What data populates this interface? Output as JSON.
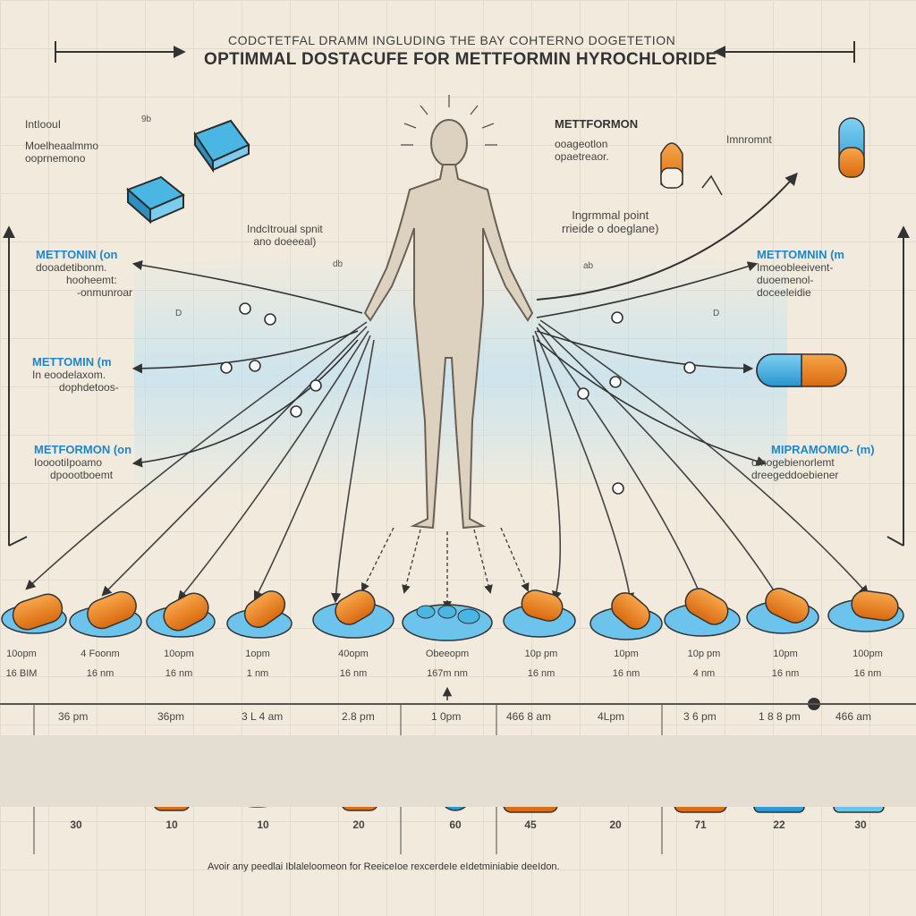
{
  "title": {
    "line1": "CODCTETFAL DRAMM INGLUDING THE BAY COHTERNO DOGETETION",
    "line2": "OPTIMMAL DOSTACUFE   FOR METTFORMIN HYROCHLORIDE"
  },
  "left_labels": [
    {
      "heading": "",
      "lines": [
        "IntIoouI",
        "Moelheaalmmo",
        "ooprnemono"
      ]
    },
    {
      "heading": "METTONIN (on",
      "lines": [
        "dooadetibonm.",
        "hooheemt:",
        "-onmunroar"
      ]
    },
    {
      "heading": "METTOMIN (m",
      "lines": [
        "In eoodelaxom.",
        "dophdetoos-"
      ]
    },
    {
      "heading": "METFORMON (on",
      "lines": [
        "IooootiIpoamo",
        "dpoootboemt"
      ]
    }
  ],
  "right_labels": [
    {
      "heading": "METTFORMON",
      "lines": [
        "ooageotlon",
        "opaetreaor."
      ]
    },
    {
      "heading": "",
      "lines": [
        "Imnromnt"
      ]
    },
    {
      "heading": "METTOMNIN (m",
      "lines": [
        "Imoeobleeivent-",
        "duoemenol-",
        "doceeleidie"
      ]
    },
    {
      "heading": "MIPRAMOMIO- (m)",
      "lines": [
        "omogebienorlemt",
        "dreegeddoebiener"
      ]
    }
  ],
  "center_notes": [
    {
      "lines": [
        "IndcItroual spnit",
        "ano doeeeal)"
      ]
    },
    {
      "lines": [
        "Ingrmmal point",
        "rrieide o doeglane)"
      ]
    }
  ],
  "small_marks": [
    "9b",
    "db",
    "ab",
    "D",
    "D"
  ],
  "doses": [
    {
      "top": "10opm",
      "bottom": "16 BIM"
    },
    {
      "top": "4 Foonm",
      "bottom": "16 nm"
    },
    {
      "top": "10opm",
      "bottom": "16 nm"
    },
    {
      "top": "1opm",
      "bottom": "1 nm"
    },
    {
      "top": "40opm",
      "bottom": "16 nm"
    },
    {
      "top": "Obeeopm",
      "bottom": "167m nm"
    },
    {
      "top": "10p pm",
      "bottom": "16 nm"
    },
    {
      "top": "10pm",
      "bottom": "16 nm"
    },
    {
      "top": "10p pm",
      "bottom": "4 nm"
    },
    {
      "top": "10pm",
      "bottom": "16 nm"
    },
    {
      "top": "100pm",
      "bottom": "16 nm"
    }
  ],
  "shelf_doses": [
    "36 pm",
    "36pm",
    "3 L 4 am",
    "2.8 pm",
    "1 0pm",
    "466 8 am",
    "4Lpm",
    "3 6 pm",
    "1 8 8 pm",
    "466 am"
  ],
  "shelf_counts": [
    "30",
    "10",
    "10",
    "20",
    "60",
    "45",
    "20",
    "71",
    "22",
    "30"
  ],
  "footer": "Avoir any peedlai Iblaleloomeon for ReeiceIoe rexcerdeIe eIdetminiabie deeIdon.",
  "colors": {
    "blue": "#3aa9de",
    "orange": "#e8821e",
    "ink": "#3a3a3a",
    "paper": "#f2ebdd"
  }
}
